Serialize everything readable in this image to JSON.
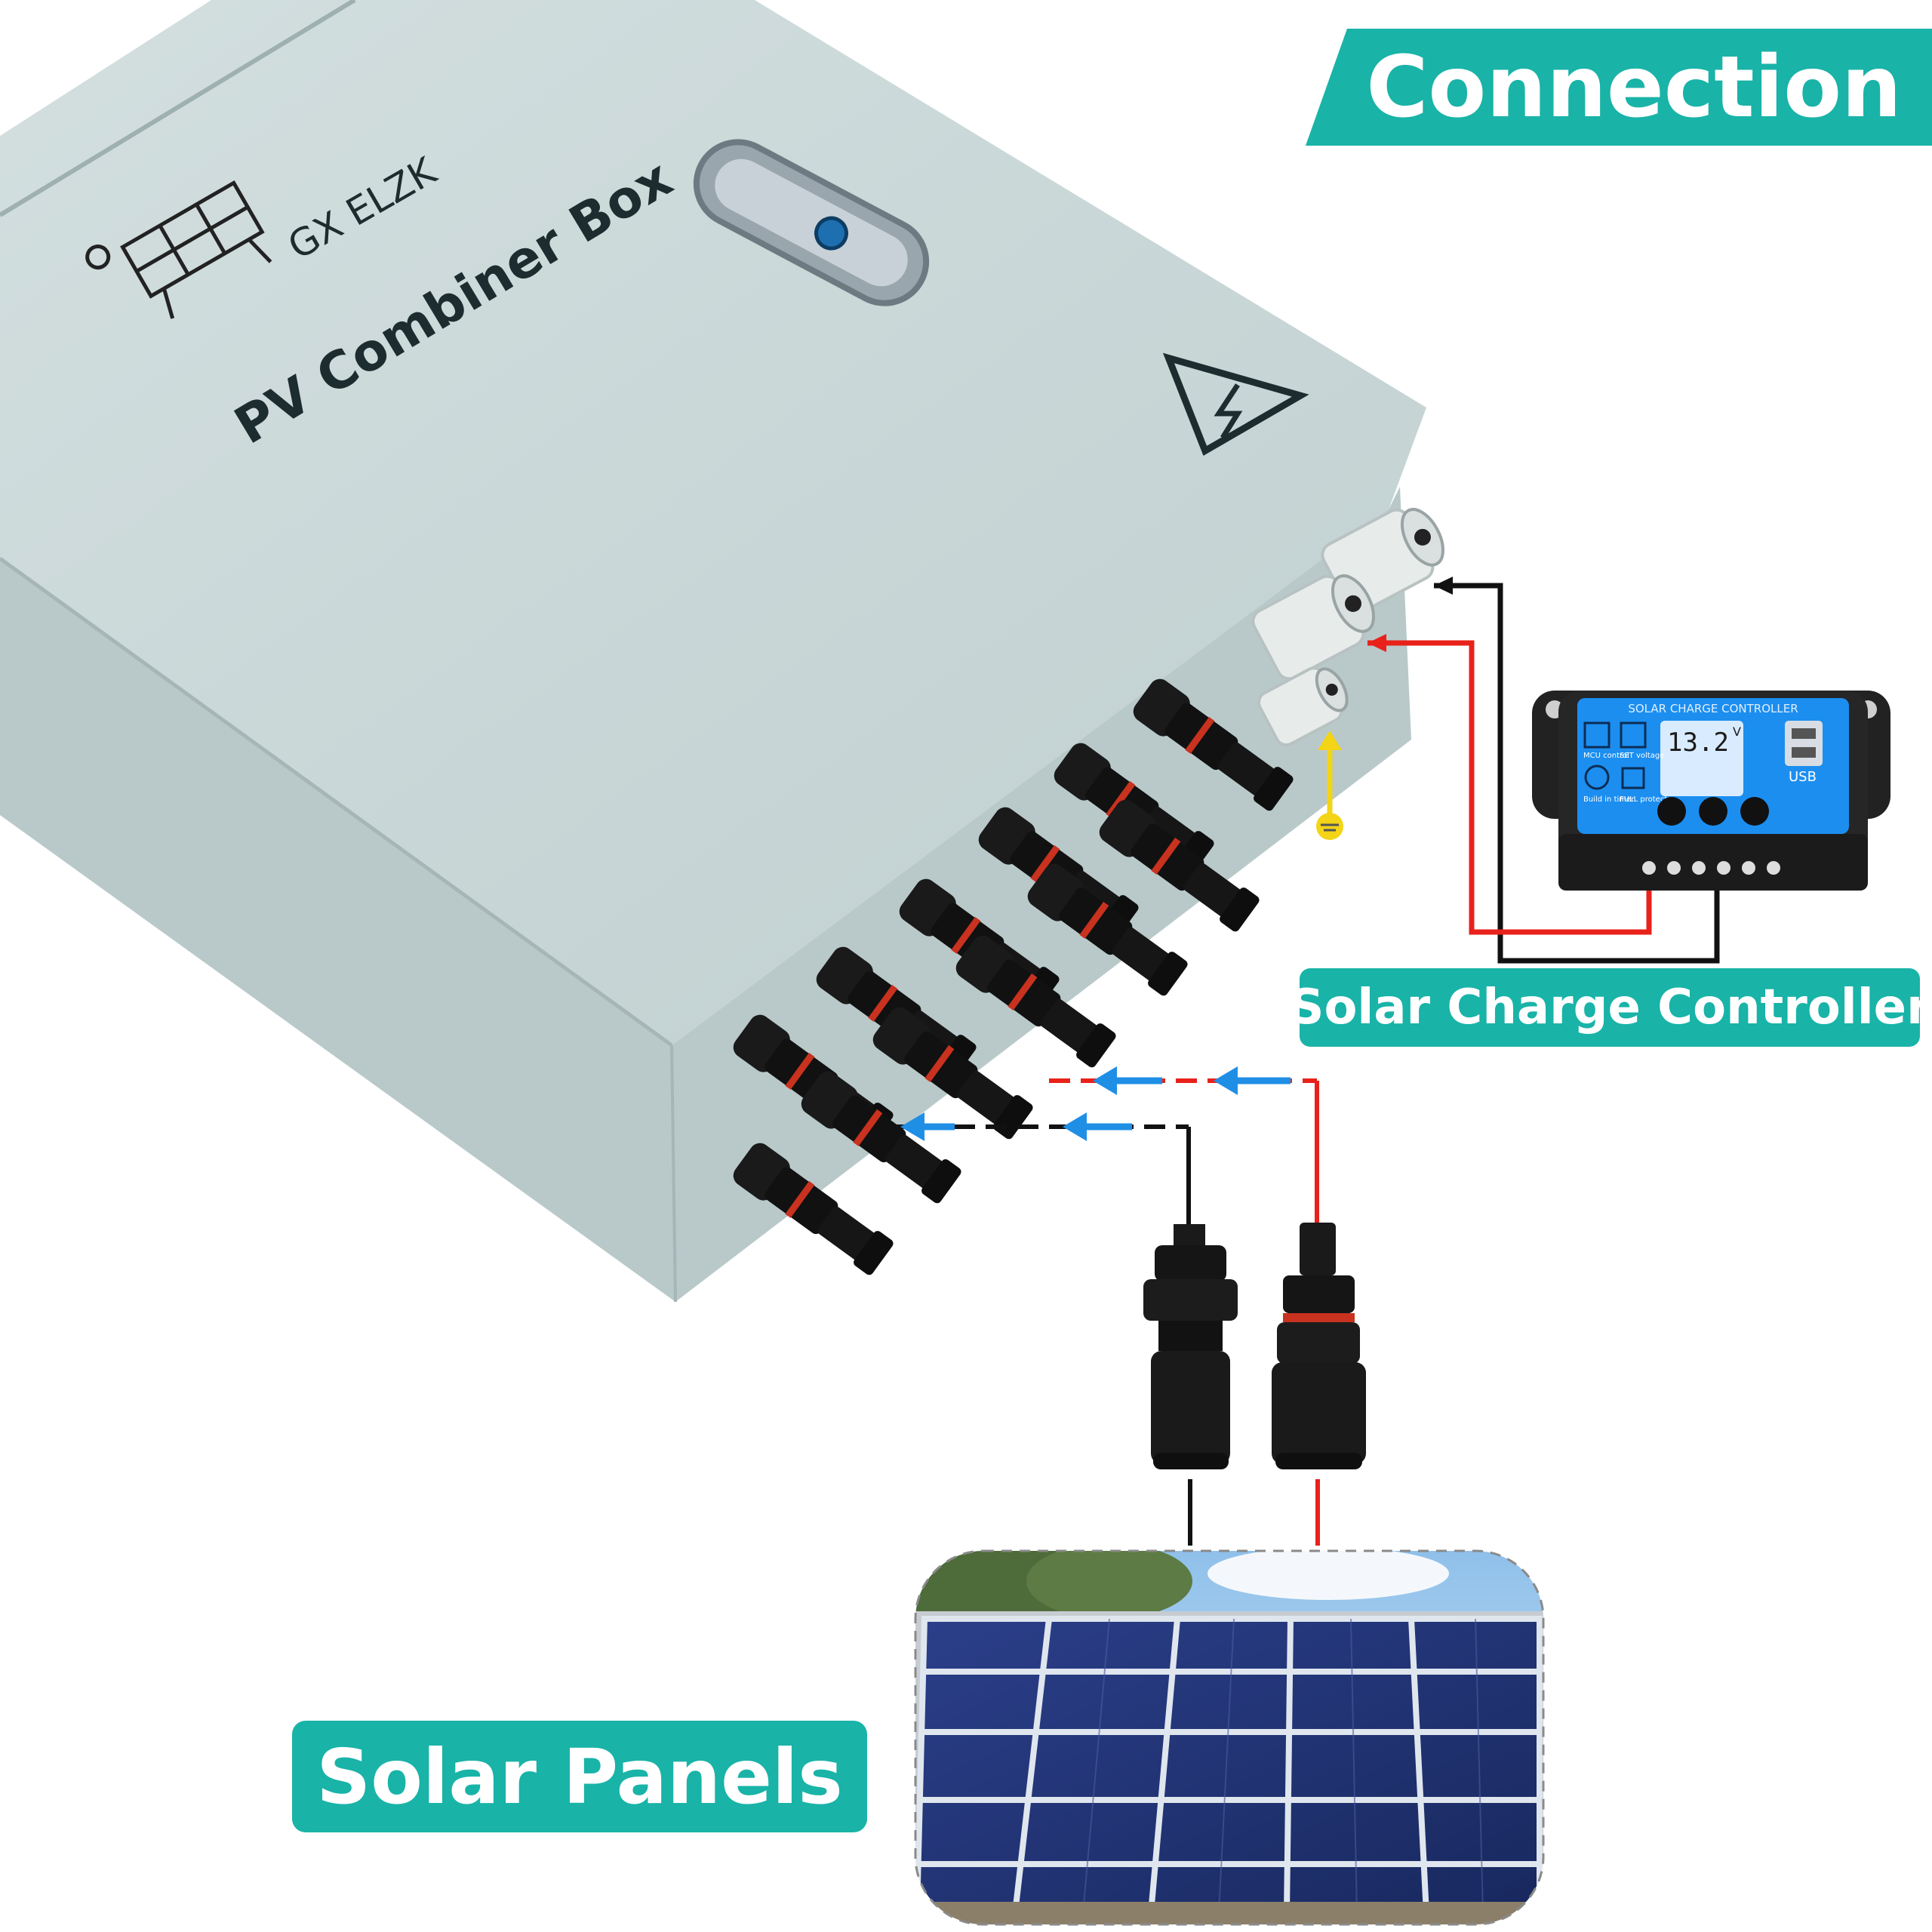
{
  "banners": {
    "connection": "Connection",
    "solar_charge_controller": "Solar Charge Controller",
    "solar_panels": "Solar Panels"
  },
  "combiner_box": {
    "brand": "GX ELZK",
    "title": "PV Combiner Box"
  },
  "charge_controller": {
    "header": "SOLAR CHARGE CONTROLLER",
    "display_value": "13.2",
    "display_unit": "V",
    "usb_label": "USB",
    "icon_labels": [
      "MCU control",
      "SET voltage",
      "Build in timer",
      "FULL protect"
    ]
  },
  "colors": {
    "banner": "#19b3a8",
    "wire_positive": "#e8221b",
    "wire_negative": "#111111",
    "arrow": "#1f8fe6",
    "ground": "#f3d416",
    "box_body": "#c9d6d7",
    "controller_screen": "#1c8ef0"
  },
  "icons": [
    "solar-panel-logo-icon",
    "high-voltage-warning-icon",
    "ground-icon",
    "flow-arrow-icon",
    "usb-icon"
  ]
}
